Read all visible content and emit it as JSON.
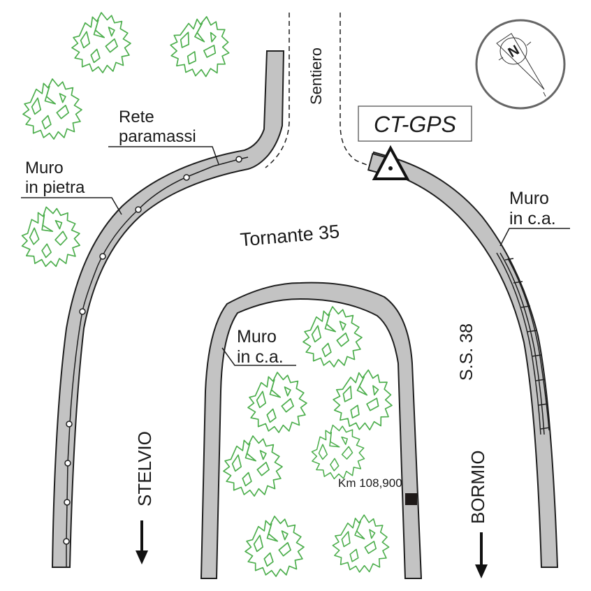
{
  "map": {
    "title": "Tornante 35",
    "road_label": "S.S. 38",
    "path_label": "Sentiero",
    "station_label": "CT-GPS",
    "km_marker": "Km 108,900",
    "north_label": "N",
    "directions": [
      {
        "label": "STELVIO",
        "arrow": "down-arrow"
      },
      {
        "label": "BORMIO",
        "arrow": "down-arrow"
      }
    ],
    "annotations": [
      {
        "id": "rete",
        "lines": [
          "Rete",
          "paramassi"
        ]
      },
      {
        "id": "muro-pietra",
        "lines": [
          "Muro",
          "in pietra"
        ]
      },
      {
        "id": "muro-ca-right",
        "lines": [
          "Muro",
          "in c.a."
        ]
      },
      {
        "id": "muro-ca-inner",
        "lines": [
          "Muro",
          "in c.a."
        ]
      }
    ],
    "colors": {
      "wall": "#c3c3c3",
      "tree": "#4cae4c",
      "outline": "#1e1e1e"
    },
    "tree_count": 12
  }
}
